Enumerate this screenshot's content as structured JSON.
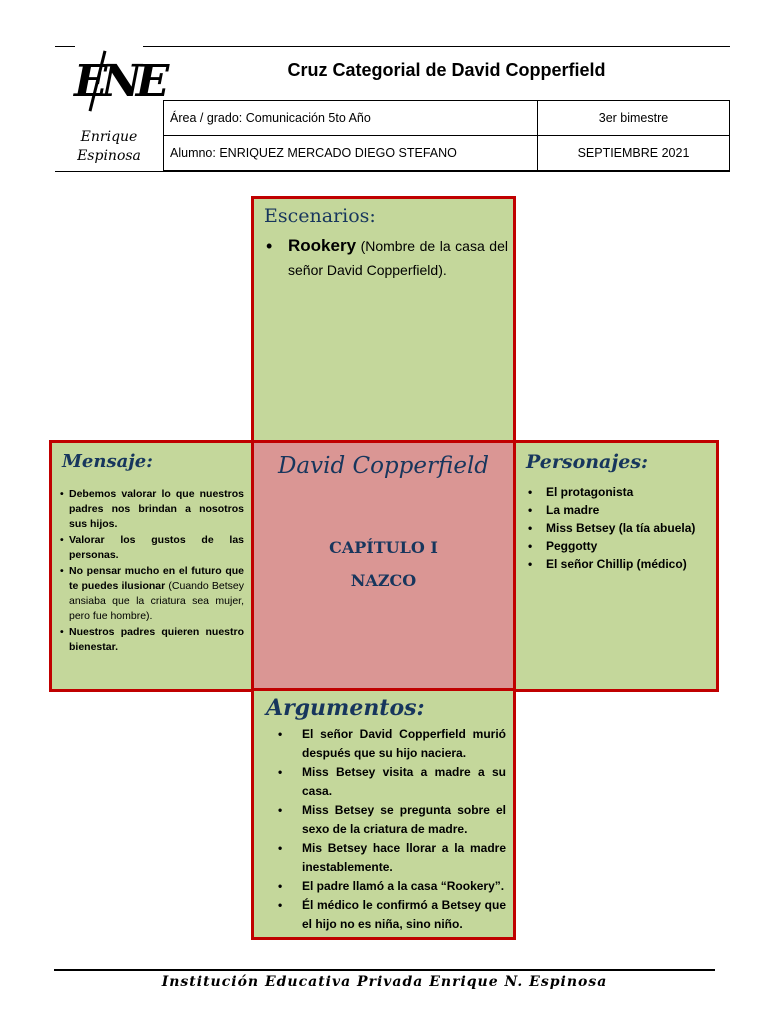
{
  "header": {
    "logo_mono": "ENE",
    "logo_line1": "Enrique",
    "logo_line2": "Espinosa",
    "title": "Cruz Categorial de David Copperfield",
    "area": "Área / grado: Comunicación 5to Año",
    "period": "3er bimestre",
    "student": "Alumno: ENRIQUEZ MERCADO DIEGO STEFANO",
    "date": "SEPTIEMBRE 2021"
  },
  "escenarios": {
    "title": "Escenarios:",
    "item_keyword": "Rookery",
    "item_detail": " (Nombre de la casa del señor David Copperfield)."
  },
  "mensaje": {
    "title": "Mensaje:",
    "items": [
      {
        "bold": "Debemos valorar lo que nuestros padres nos brindan a nosotros sus hijos.",
        "thin": ""
      },
      {
        "bold": "Valorar los gustos de las personas.",
        "thin": ""
      },
      {
        "bold": "No pensar mucho en el futuro que te puedes ilusionar",
        "thin": " (Cuando Betsey ansiaba que la criatura sea mujer, pero fue hombre)."
      },
      {
        "bold": "Nuestros padres quieren nuestro bienestar.",
        "thin": ""
      }
    ]
  },
  "centro": {
    "title": "David Copperfield",
    "chapter": "CAPÍTULO I",
    "chapter_name": "NAZCO"
  },
  "personajes": {
    "title": "Personajes:",
    "items": [
      "El protagonista",
      "La madre",
      "Miss Betsey (la tía abuela)",
      "Peggotty",
      "El señor Chillip (médico)"
    ]
  },
  "argumentos": {
    "title": "Argumentos:",
    "items": [
      "El señor David Copperfield murió después que su hijo naciera.",
      "Miss Betsey visita a madre a su casa.",
      "Miss Betsey se pregunta sobre el sexo de la criatura de madre.",
      "Mis Betsey hace llorar a la madre inestablemente.",
      "El padre llamó a la casa “Rookery”.",
      "Él médico le confirmó a Betsey que el hijo no es niña, sino niño."
    ]
  },
  "footer": {
    "text": "Institución Educativa Privada Enrique N. Espinosa"
  },
  "colors": {
    "box_border": "#c00000",
    "box_green": "#c4d79b",
    "box_pink": "#da9694",
    "heading_navy": "#17365d"
  }
}
